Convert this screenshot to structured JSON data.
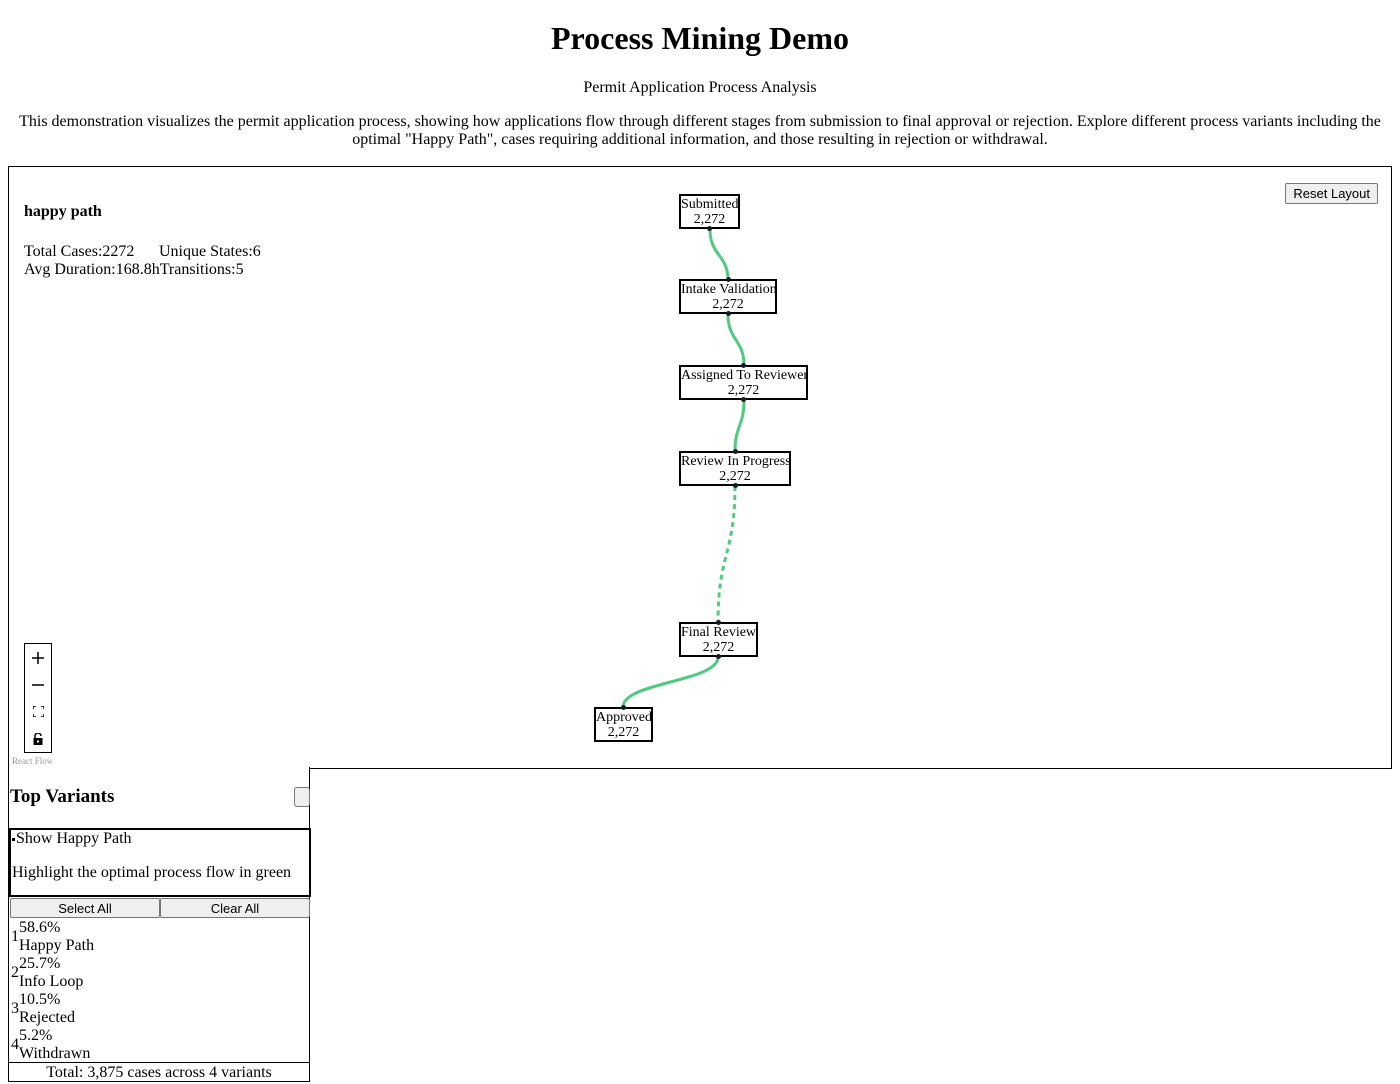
{
  "header": {
    "title": "Process Mining Demo",
    "subtitle": "Permit Application Process Analysis",
    "description": "This demonstration visualizes the permit application process, showing how applications flow through different stages from submission to final approval or rejection. Explore different process variants including the optimal \"Happy Path\", cases requiring additional information, and those resulting in rejection or withdrawal."
  },
  "flow": {
    "variant_title": "happy path",
    "stats": {
      "total_cases_label": "Total Cases:",
      "total_cases": "2272",
      "unique_states_label": "Unique States:",
      "unique_states": "6",
      "avg_duration_label": "Avg Duration:",
      "avg_duration": "168.8h",
      "transitions_label": "Transitions:",
      "transitions": "5"
    },
    "reset_label": "Reset Layout",
    "attribution": "React Flow",
    "edge_color": "#4ecb7f",
    "nodes": [
      {
        "label": "Submitted",
        "count": "2,272"
      },
      {
        "label": "Intake Validation",
        "count": "2,272"
      },
      {
        "label": "Assigned To Reviewer",
        "count": "2,272"
      },
      {
        "label": "Review In Progress",
        "count": "2,272"
      },
      {
        "label": "Final Review",
        "count": "2,272"
      },
      {
        "label": "Approved",
        "count": "2,272"
      }
    ],
    "controls": [
      "zoom-in-icon",
      "zoom-out-icon",
      "fit-view-icon",
      "lock-icon"
    ]
  },
  "variants_panel": {
    "title": "Top Variants",
    "happy_path_label": "Show Happy Path",
    "happy_path_desc": "Highlight the optimal process flow in green",
    "select_all_label": "Select All",
    "clear_all_label": "Clear All",
    "items": [
      {
        "rank": "1",
        "percent": "58.6%",
        "name": "Happy Path"
      },
      {
        "rank": "2",
        "percent": "25.7%",
        "name": "Info Loop"
      },
      {
        "rank": "3",
        "percent": "10.5%",
        "name": "Rejected"
      },
      {
        "rank": "4",
        "percent": "5.2%",
        "name": "Withdrawn"
      }
    ],
    "footer": "Total: 3,875 cases across 4 variants"
  }
}
